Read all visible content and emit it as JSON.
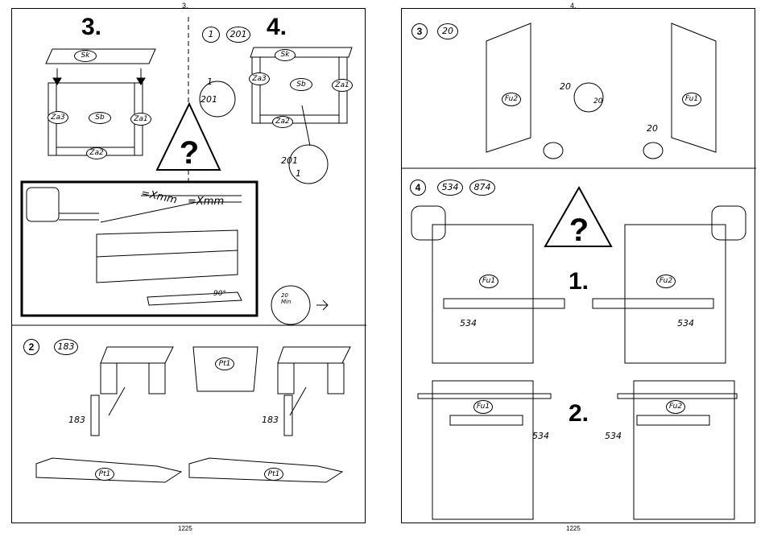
{
  "pages": {
    "left_number": "3.",
    "right_number": "4.",
    "left_footer": "1225",
    "right_footer": "1225"
  },
  "left": {
    "step3": {
      "title": "3.",
      "parts": {
        "sk": "Sk",
        "sb": "Sb",
        "za1": "Za1",
        "za2": "Za2",
        "za3": "Za3"
      }
    },
    "step4": {
      "title": "4.",
      "refs": [
        "1",
        "201"
      ],
      "parts": {
        "sk": "Sk",
        "sb": "Sb",
        "za1": "Za1",
        "za2": "Za2",
        "za3": "Za3"
      },
      "callout_labels": [
        "1",
        "201",
        "201",
        "1"
      ]
    },
    "drawer": {
      "dim1": "=Xmm",
      "dim2": "=Xmm",
      "angle": "90°",
      "gauge": "20\nMin"
    },
    "step2": {
      "number": "2",
      "ref": "183",
      "part_pt1": "Pt1",
      "dowel_label": "183"
    }
  },
  "right": {
    "step3": {
      "number": "3",
      "ref": "20",
      "parts": {
        "fu1": "Fu1",
        "fu2": "Fu2"
      },
      "labels": [
        "20",
        "20",
        "20"
      ]
    },
    "step4": {
      "number": "4",
      "refs": [
        "534",
        "874"
      ],
      "parts": {
        "fu1": "Fu1",
        "fu2": "Fu2"
      },
      "sub1": "1.",
      "sub2": "2.",
      "screw_label": "534"
    }
  }
}
